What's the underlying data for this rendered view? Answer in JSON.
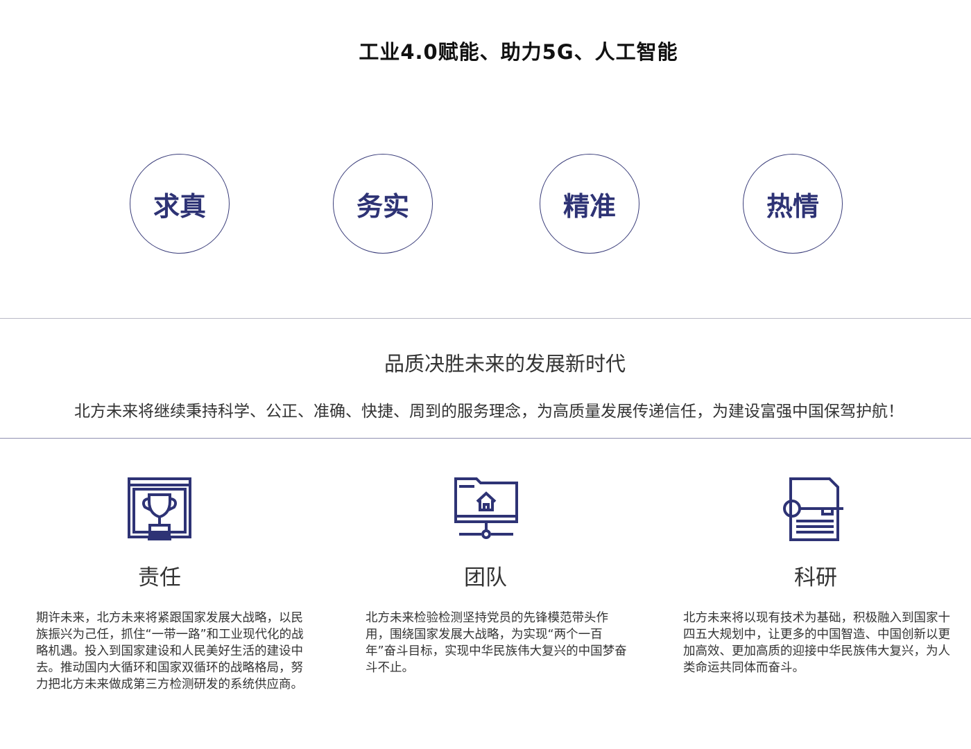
{
  "header": {
    "title": "工业4.0赋能、助力5G、人工智能"
  },
  "values": [
    "求真",
    "务实",
    "精准",
    "热情"
  ],
  "section": {
    "subtitle": "品质决胜未来的发展新时代",
    "slogan": "北方未来将继续秉持科学、公正、准确、快捷、周到的服务理念，为高质量发展传递信任，为建设富强中国保驾护航！"
  },
  "columns": [
    {
      "title": "责任",
      "icon": "trophy-icon",
      "text": "期许未来，北方未来将紧跟国家发展大战略，以民族振兴为己任，抓住“一带一路”和工业现代化的战略机遇。投入到国家建设和人民美好生活的建设中去。推动国内大循环和国家双循环的战略格局，努力把北方未来做成第三方检测研发的系统供应商。"
    },
    {
      "title": "团队",
      "icon": "network-folder-icon",
      "text": "北方未来检验检测坚持党员的先锋模范带头作用，围绕国家发展大战略，为实现“两个一百年”奋斗目标，实现中华民族伟大复兴的中国梦奋斗不止。"
    },
    {
      "title": "科研",
      "icon": "document-key-icon",
      "text": "北方未来将以现有技术为基础，积极融入到国家十四五大规划中，让更多的中国智造、中国创新以更加高效、更加高质的迎接中华民族伟大复兴，为人类命运共同体而奋斗。"
    }
  ],
  "colors": {
    "accent": "#2e3375"
  }
}
